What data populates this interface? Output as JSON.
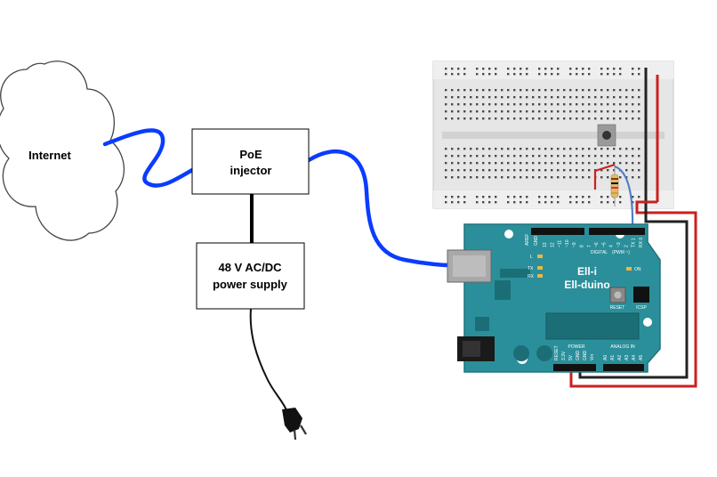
{
  "nodes": {
    "internet": "Internet",
    "poe_line1": "PoE",
    "poe_line2": "injector",
    "psu_line1": "48 V AC/DC",
    "psu_line2": "power supply"
  },
  "board": {
    "name_line1": "Ell-i",
    "name_line2": "Ell-duino",
    "digital_label": "DIGITAL",
    "pwm_label": "(PWM ~)",
    "power_label": "POWER",
    "analog_label": "ANALOG IN",
    "on_label": "ON",
    "led_l": "L",
    "led_tx": "TX",
    "led_rx": "RX",
    "reset_label": "RESET",
    "icsp_label": "ICSP",
    "aref_label": "AREF",
    "gnd_label": "GND",
    "digital_pins": [
      "13",
      "12",
      "~11",
      "~10",
      "~9",
      "8",
      "7",
      "~6",
      "~5",
      "4",
      "~3",
      "2",
      "TX 1",
      "RX 0"
    ],
    "power_pins": [
      "RESET",
      "3.3V",
      "5V",
      "GND",
      "GND",
      "Vin"
    ],
    "analog_pins": [
      "A0",
      "A1",
      "A2",
      "A3",
      "A4",
      "A5"
    ]
  },
  "colors": {
    "ethernet_cable": "#0a3cff",
    "board_teal": "#2a8f9a",
    "board_teal_dark": "#1f737d",
    "breadboard": "#e8e8e8",
    "wire_red": "#cc1f1f",
    "wire_black": "#222222",
    "wire_blue": "#4d7ec8"
  }
}
